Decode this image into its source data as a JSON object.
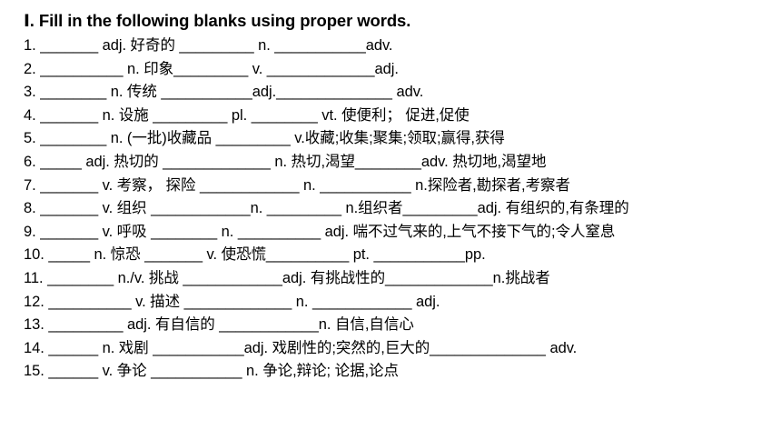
{
  "title": "Ⅰ. Fill in the following blanks using proper words.",
  "lines": [
    "1. _______ adj. 好奇的  _________ n. ___________adv.",
    "2. __________ n. 印象_________ v. _____________adj.",
    "3. ________ n. 传统 ___________adj.______________ adv.",
    "4. _______ n. 设施 _________ pl.  ________ vt. 使便利； 促进,促使",
    "5. ________ n. (一批)收藏品 _________ v.收藏;收集;聚集;领取;赢得,获得",
    "6. _____ adj. 热切的 _____________ n. 热切,渴望________adv. 热切地,渴望地",
    "7. _______ v. 考察， 探险 ____________ n. ___________ n.探险者,勘探者,考察者",
    "8. _______ v. 组织 ____________n. _________ n.组织者_________adj. 有组织的,有条理的",
    "9. _______ v. 呼吸 ________ n. __________ adj. 喘不过气来的,上气不接下气的;令人窒息",
    "10. _____ n. 惊恐  _______ v. 使恐慌__________ pt. ___________pp.",
    "11. ________ n./v. 挑战  ____________adj. 有挑战性的_____________n.挑战者",
    "12. __________ v. 描述 _____________ n. ____________ adj.",
    "13. _________ adj. 有自信的 ____________n. 自信,自信心",
    "14. ______ n. 戏剧 ___________adj. 戏剧性的;突然的,巨大的______________ adv.",
    "15. ______ v. 争论 ___________ n. 争论,辩论; 论据,论点"
  ]
}
